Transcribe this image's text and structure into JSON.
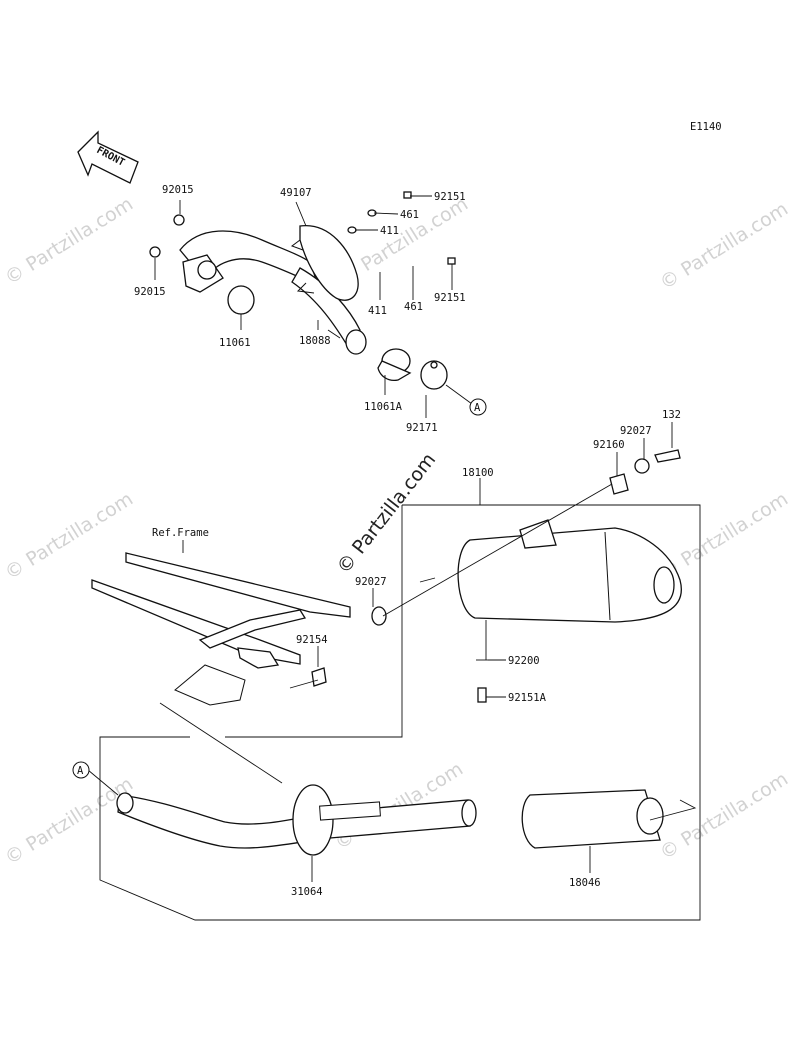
{
  "diagram": {
    "code": "E1140",
    "front_label": "FRONT",
    "ref_frame": "Ref.Frame",
    "ref_A": "A",
    "watermark_text": "© Partzilla.com",
    "parts": {
      "p92015_top": "92015",
      "p92015_bot": "92015",
      "p11061": "11061",
      "p49107": "49107",
      "p92151_top": "92151",
      "p461_top": "461",
      "p411_top": "411",
      "p411_bot": "411",
      "p461_bot": "461",
      "p92151_bot": "92151",
      "p18088": "18088",
      "p11061A": "11061A",
      "p92171": "92171",
      "p132": "132",
      "p92027_top": "92027",
      "p92160": "92160",
      "p18100": "18100",
      "p92027_mid": "92027",
      "p92154": "92154",
      "p92200": "92200",
      "p92151A": "92151A",
      "p31064": "31064",
      "p18046": "18046"
    }
  }
}
